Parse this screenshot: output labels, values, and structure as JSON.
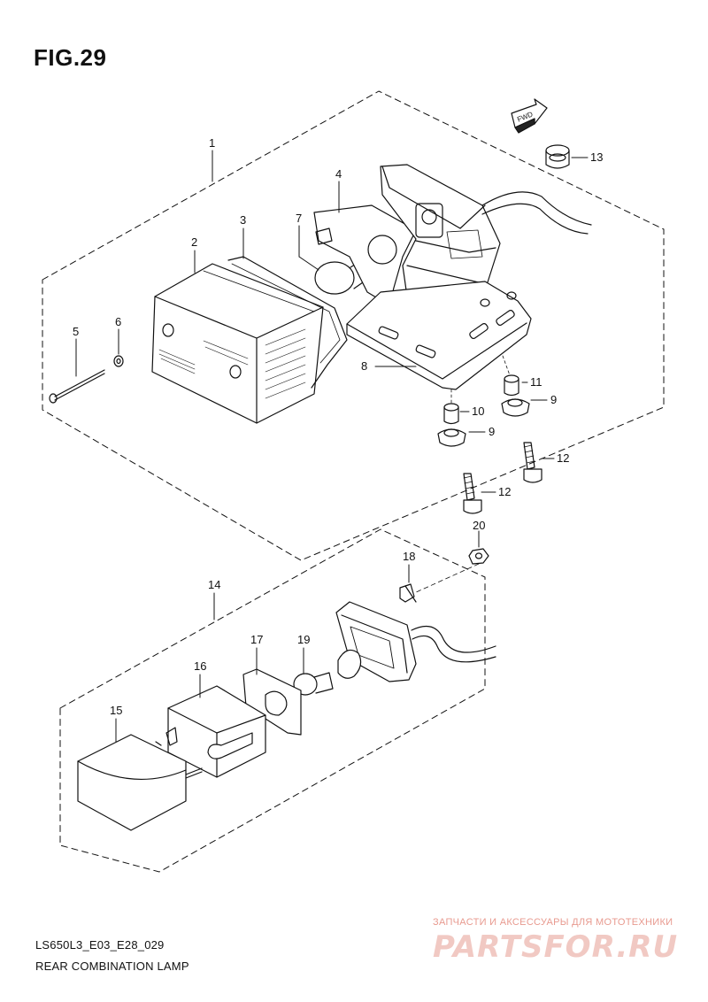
{
  "figure": {
    "title": "FIG.29"
  },
  "fwd_label": "FWD",
  "callouts": [
    {
      "id": "c1",
      "label": "1"
    },
    {
      "id": "c2",
      "label": "2"
    },
    {
      "id": "c3",
      "label": "3"
    },
    {
      "id": "c4",
      "label": "4"
    },
    {
      "id": "c5",
      "label": "5"
    },
    {
      "id": "c6",
      "label": "6"
    },
    {
      "id": "c7",
      "label": "7"
    },
    {
      "id": "c8",
      "label": "8"
    },
    {
      "id": "c9a",
      "label": "9"
    },
    {
      "id": "c9b",
      "label": "9"
    },
    {
      "id": "c10",
      "label": "10"
    },
    {
      "id": "c11",
      "label": "11"
    },
    {
      "id": "c12a",
      "label": "12"
    },
    {
      "id": "c12b",
      "label": "12"
    },
    {
      "id": "c13",
      "label": "13"
    },
    {
      "id": "c14",
      "label": "14"
    },
    {
      "id": "c15",
      "label": "15"
    },
    {
      "id": "c16",
      "label": "16"
    },
    {
      "id": "c17",
      "label": "17"
    },
    {
      "id": "c18",
      "label": "18"
    },
    {
      "id": "c19",
      "label": "19"
    },
    {
      "id": "c20",
      "label": "20"
    }
  ],
  "footer": {
    "code": "LS650L3_E03_E28_029",
    "name": "REAR COMBINATION LAMP"
  },
  "watermark": {
    "tagline": "ЗАПЧАСТИ И АКСЕССУАРЫ ДЛЯ МОТОТЕХНИКИ",
    "logo": "PARTSFOR.RU"
  },
  "colors": {
    "line": "#111111",
    "background": "#ffffff",
    "watermark": "#e89a8f"
  }
}
